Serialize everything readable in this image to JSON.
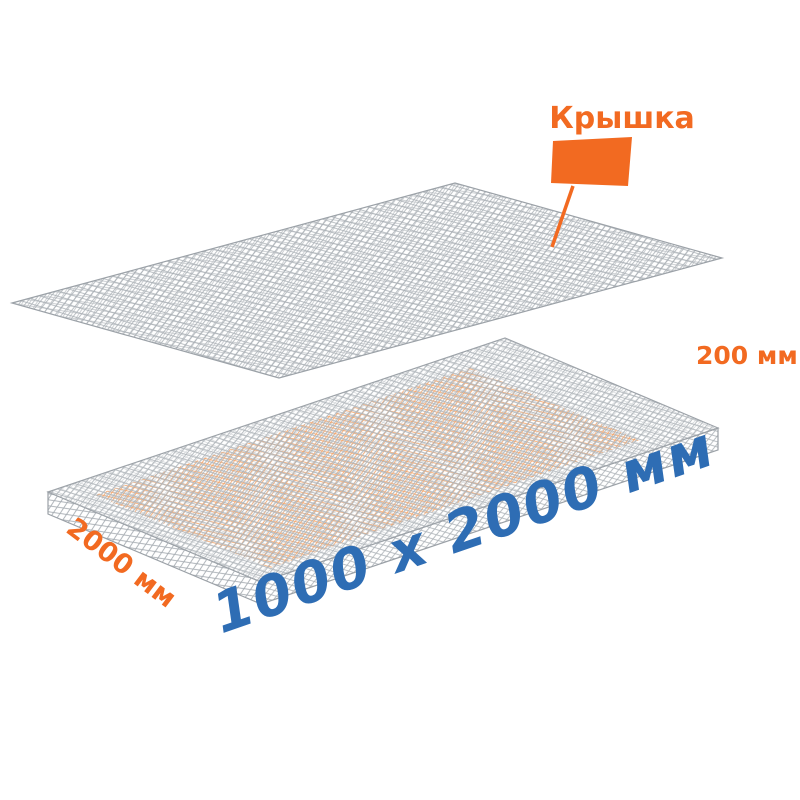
{
  "diagram": {
    "title_hint": "isometric-mesh-panels-product-diagram",
    "callout": {
      "label": "Крышка"
    },
    "dimensions": {
      "length_label": "2000 мм",
      "height_label": "200 мм"
    },
    "watermark_label": "1000 х 2000 мм"
  },
  "colors": {
    "orange": "#F26A21",
    "orange_mesh": "#F0883A",
    "blue": "#2E6DB4",
    "mesh_gray": "#ADB3B8",
    "mesh_gray_dark": "#9BA1A7",
    "edge_gray": "#9AA0A6",
    "background": "#FFFFFF"
  }
}
